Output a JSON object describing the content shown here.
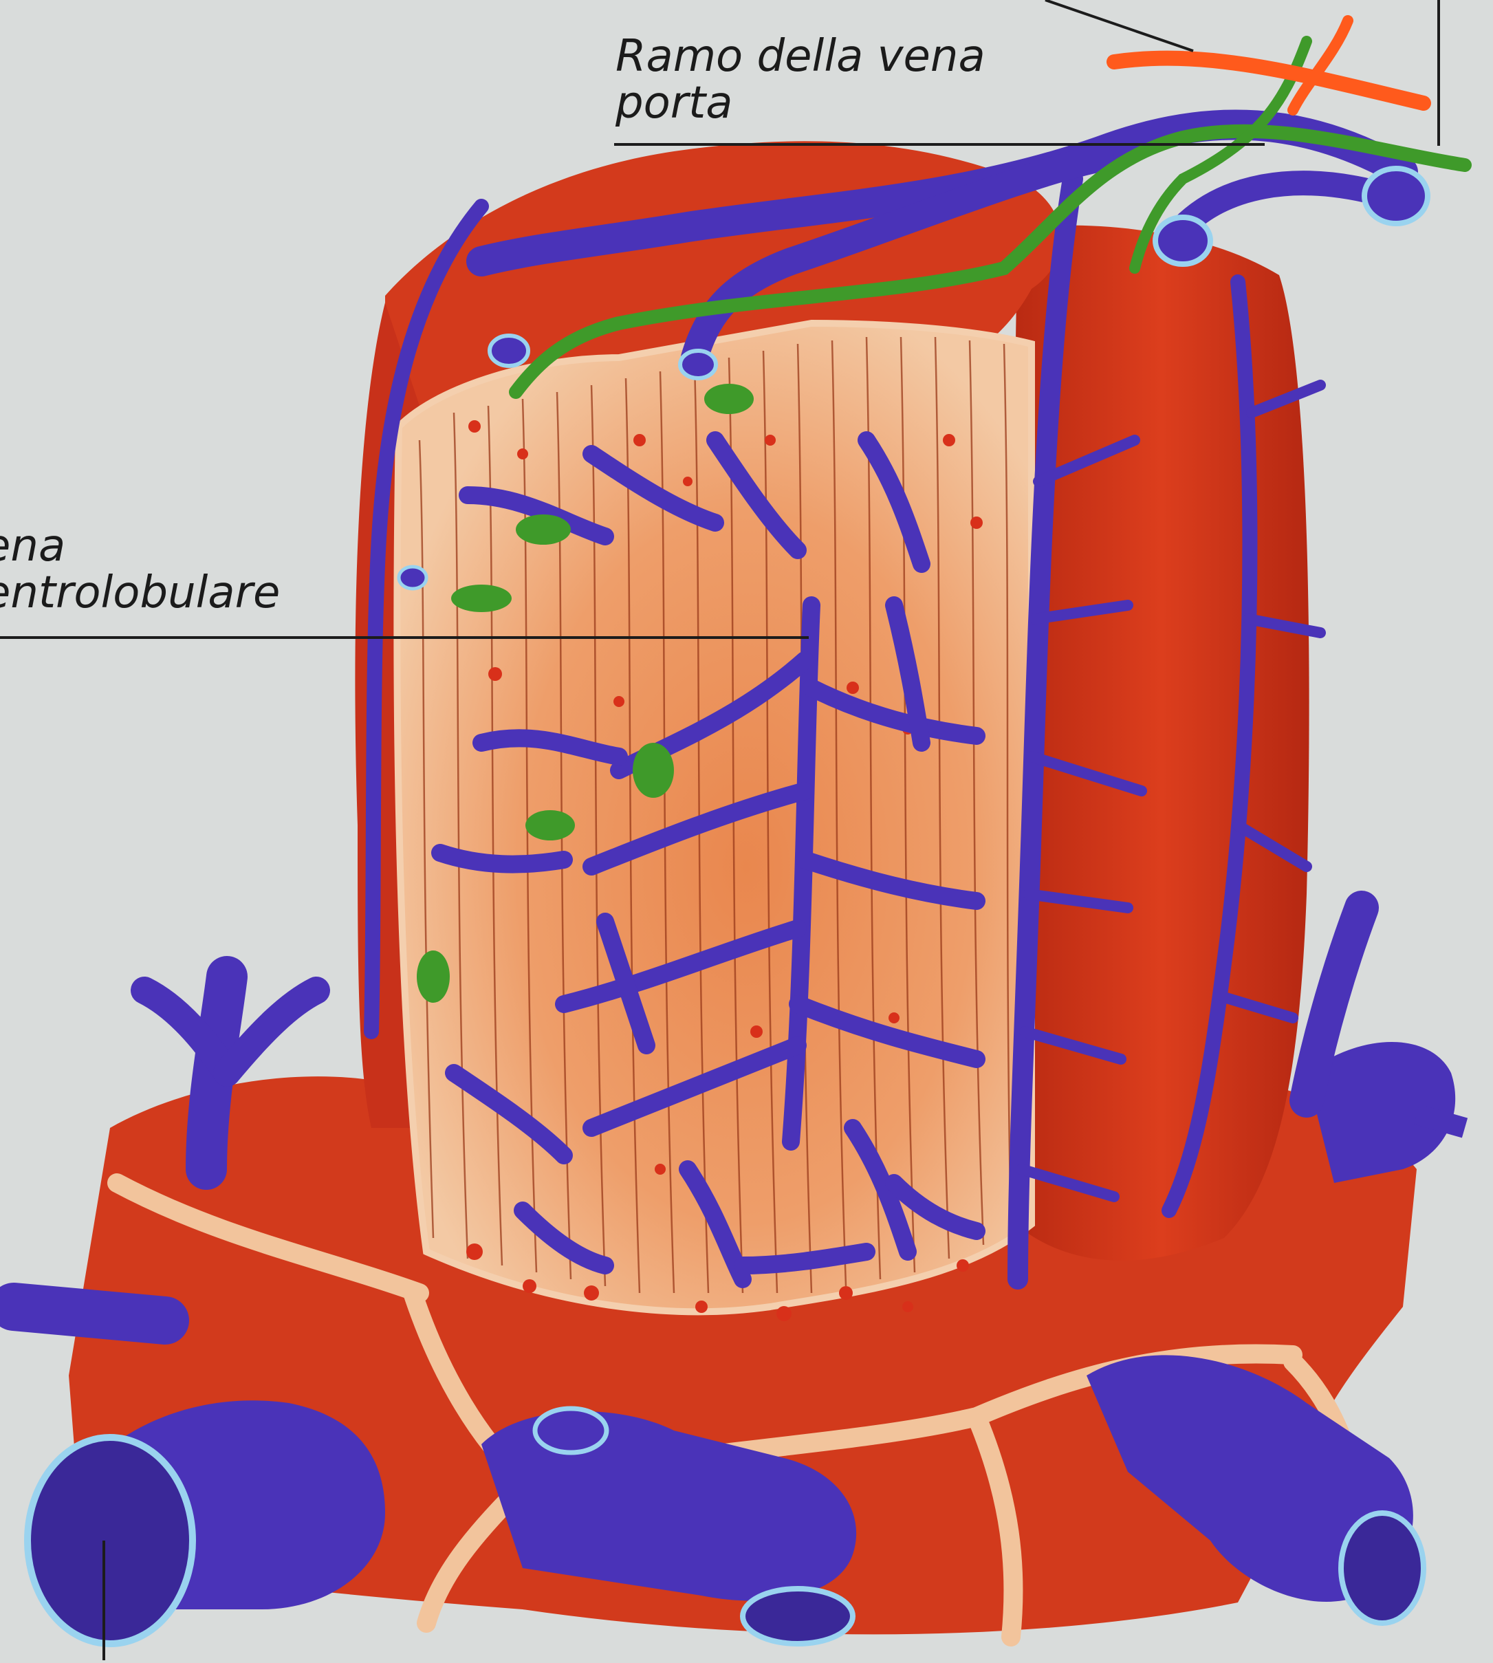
{
  "labels": {
    "ramo_line1": "Ramo della vena",
    "ramo_line2": "porta",
    "vena_line1": "ena",
    "vena_line2": "entrolobulare"
  },
  "colors": {
    "background": "#d9dcdb",
    "parenchyma": "#d23a1c",
    "parenchyma_dark": "#a8230f",
    "lobule": "#f0b98c",
    "lobule_core": "#e9874e",
    "vein": "#4a33b8",
    "vein_highlight": "#7b6bde",
    "vein_lumen": "#9ad3ef",
    "bile_duct": "#3f9a2a",
    "artery": "#ff5a1c",
    "leader_line": "#1c1c1c"
  },
  "icons": [
    "liver-lobule-illustration"
  ]
}
